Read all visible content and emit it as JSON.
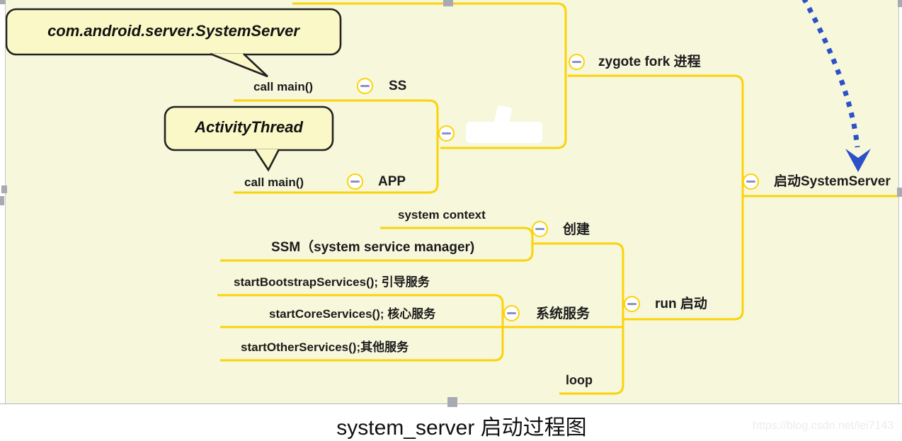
{
  "nodes": {
    "root": "启动SystemServer",
    "zygote": "zygote fork 进程",
    "ss": "SS",
    "ss_branch_label": "call main()",
    "app": "APP",
    "app_branch_label": "call main()",
    "create": "创建",
    "system_context": "system context",
    "ssm": "SSM（system service manager)",
    "services": "系统服务",
    "bootstrap": "startBootstrapServices(); 引导服务",
    "core": "startCoreServices(); 核心服务",
    "other": "startOtherServices();其他服务",
    "run": "run 启动",
    "loop": "loop"
  },
  "callouts": [
    {
      "text": "com.android.server.SystemServer"
    },
    {
      "text": "ActivityThread"
    }
  ],
  "footer": {
    "title": "system_server 启动过程图",
    "watermark": "https://blog.csdn.net/lei7143"
  },
  "colors": {
    "bg": "#F6F7DB",
    "line": "#FBD30A",
    "arrow": "#2B50C7",
    "callout-fill": "#FAF8C6",
    "callout-border": "#222222",
    "minus": "#8B92C2",
    "handle": "#A7AAB2",
    "watermark": "#EBECEF"
  }
}
